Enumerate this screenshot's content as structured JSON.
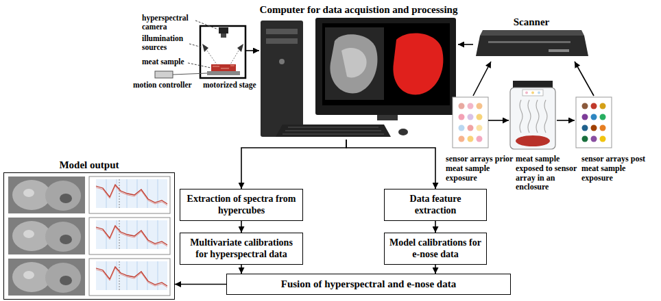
{
  "diagram": {
    "nodes": [
      {
        "text": [
          "Computer for data acquistion and processing"
        ]
      },
      {
        "text": [
          "Scanner"
        ]
      },
      {
        "text": [
          "Model output"
        ]
      },
      {
        "text": [
          "Extraction of spectra from hypercubes"
        ]
      },
      {
        "text": [
          "Multivariate calibrations for hyperspectral data"
        ]
      },
      {
        "text": [
          "Data feature extraction"
        ]
      },
      {
        "text": [
          "Model calibrations for e-nose data"
        ]
      },
      {
        "text": [
          "Fusion of hyperspectral and e-nose data"
        ]
      }
    ],
    "edges": [
      {
        "from": 1,
        "to": 0,
        "arrow": "to"
      },
      {
        "from": 0,
        "to": 3,
        "arrow": "to"
      },
      {
        "from": 0,
        "to": 5,
        "arrow": "to"
      },
      {
        "from": 3,
        "to": 4,
        "arrow": "to"
      },
      {
        "from": 5,
        "to": 6,
        "arrow": "to"
      },
      {
        "from": 4,
        "to": 7,
        "arrow": "to"
      },
      {
        "from": 6,
        "to": 7,
        "arrow": "to"
      },
      {
        "from": 7,
        "to": 2,
        "arrow": "to"
      }
    ],
    "labels": [
      "hyperspectral camera",
      "illumination sources",
      "meat sample",
      "motion controller",
      "motorized stage",
      "sensor arrays prior meat sample exposure",
      "meat sample exposed to sensor array in an enclosure",
      "sensor arrays post meat sample exposure"
    ]
  }
}
